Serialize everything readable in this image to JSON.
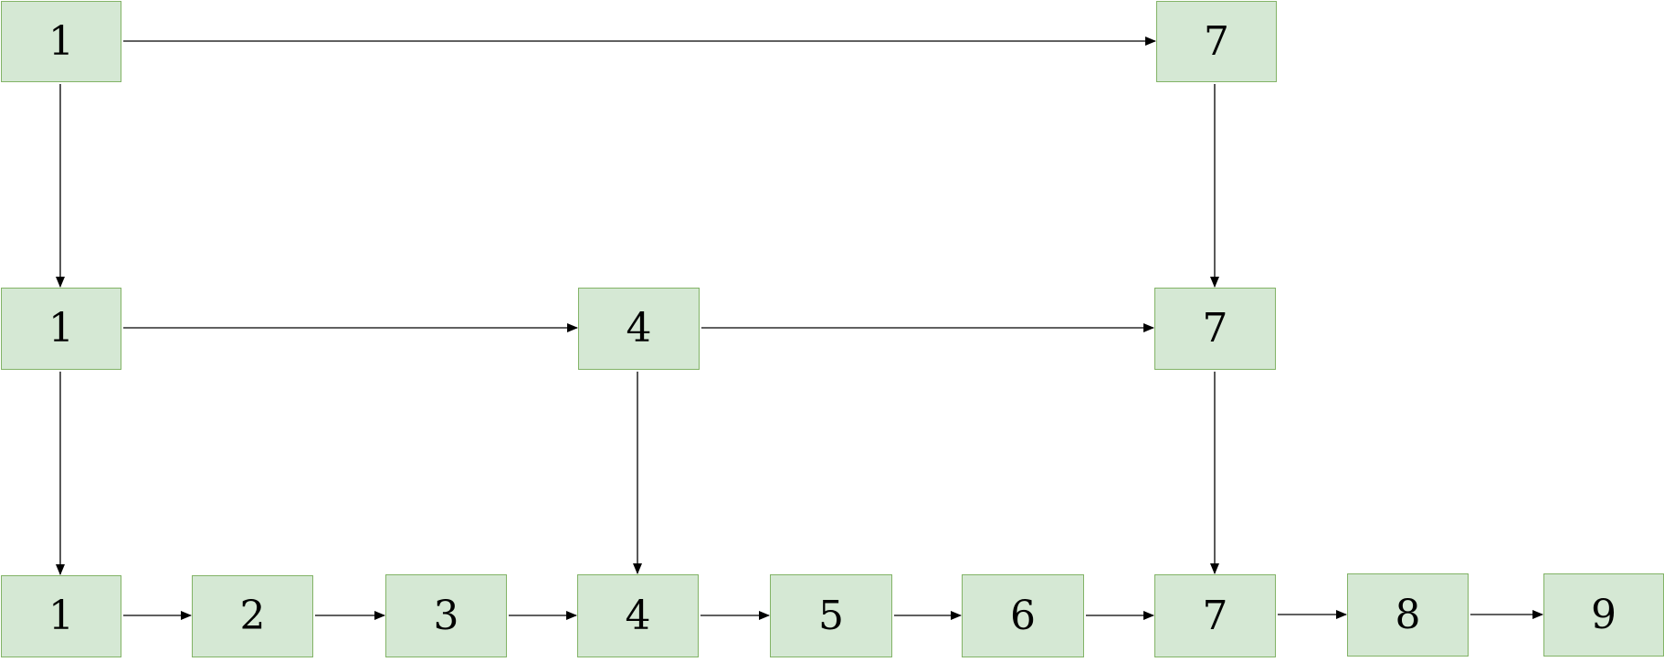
{
  "diagram": {
    "colors": {
      "node_fill": "#d5e8d4",
      "node_border": "#82b366",
      "edge": "#000000",
      "text": "#000000"
    },
    "levels": [
      {
        "level": "top",
        "nodes": [
          {
            "id": "L2-1",
            "label": "1"
          },
          {
            "id": "L2-7",
            "label": "7"
          }
        ]
      },
      {
        "level": "middle",
        "nodes": [
          {
            "id": "L1-1",
            "label": "1"
          },
          {
            "id": "L1-4",
            "label": "4"
          },
          {
            "id": "L1-7",
            "label": "7"
          }
        ]
      },
      {
        "level": "bottom",
        "nodes": [
          {
            "id": "L0-1",
            "label": "1"
          },
          {
            "id": "L0-2",
            "label": "2"
          },
          {
            "id": "L0-3",
            "label": "3"
          },
          {
            "id": "L0-4",
            "label": "4"
          },
          {
            "id": "L0-5",
            "label": "5"
          },
          {
            "id": "L0-6",
            "label": "6"
          },
          {
            "id": "L0-7",
            "label": "7"
          },
          {
            "id": "L0-8",
            "label": "8"
          },
          {
            "id": "L0-9",
            "label": "9"
          }
        ]
      }
    ],
    "edges": [
      {
        "from": "L2-1",
        "to": "L2-7"
      },
      {
        "from": "L2-1",
        "to": "L1-1"
      },
      {
        "from": "L2-7",
        "to": "L1-7"
      },
      {
        "from": "L1-1",
        "to": "L1-4"
      },
      {
        "from": "L1-4",
        "to": "L1-7"
      },
      {
        "from": "L1-1",
        "to": "L0-1"
      },
      {
        "from": "L1-4",
        "to": "L0-4"
      },
      {
        "from": "L1-7",
        "to": "L0-7"
      },
      {
        "from": "L0-1",
        "to": "L0-2"
      },
      {
        "from": "L0-2",
        "to": "L0-3"
      },
      {
        "from": "L0-3",
        "to": "L0-4"
      },
      {
        "from": "L0-4",
        "to": "L0-5"
      },
      {
        "from": "L0-5",
        "to": "L0-6"
      },
      {
        "from": "L0-6",
        "to": "L0-7"
      },
      {
        "from": "L0-7",
        "to": "L0-8"
      },
      {
        "from": "L0-8",
        "to": "L0-9"
      }
    ]
  }
}
